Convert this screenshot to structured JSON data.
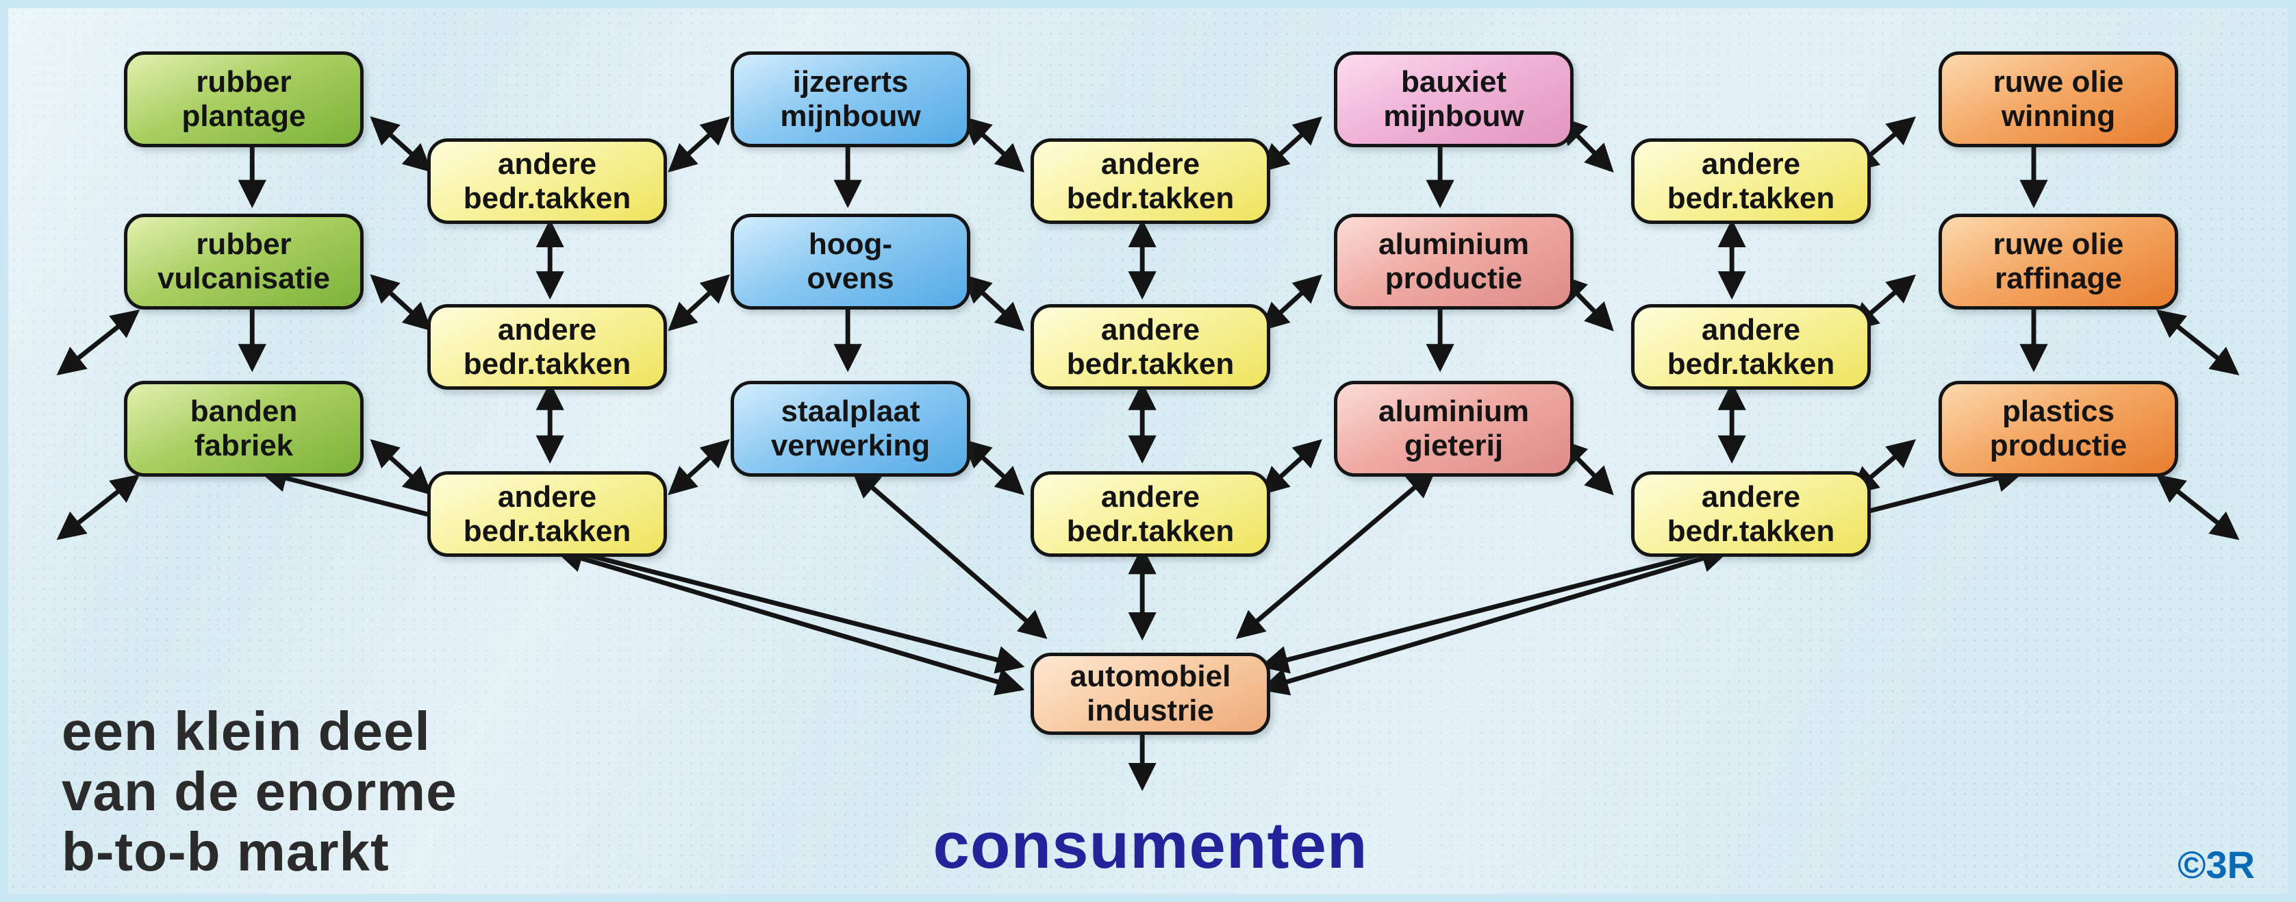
{
  "diagram": {
    "title_caption": {
      "line1": "een klein deel",
      "line2": "van de enorme",
      "line3": "b-to-b markt"
    },
    "consumenten_label": "consumenten",
    "logo_text": "©3R",
    "nodes": {
      "rubber_plantage": {
        "label": "rubber\nplantage"
      },
      "rubber_vulcanisatie": {
        "label": "rubber\nvulcanisatie"
      },
      "banden_fabriek": {
        "label": "banden\nfabriek"
      },
      "ijzererts_mijnbouw": {
        "label": "ijzererts\nmijnbouw"
      },
      "hoog_ovens": {
        "label": "hoog-\novens"
      },
      "staalplaat_verwerking": {
        "label": "staalplaat\nverwerking"
      },
      "bauxiet_mijnbouw": {
        "label": "bauxiet\nmijnbouw"
      },
      "aluminium_productie": {
        "label": "aluminium\nproductie"
      },
      "aluminium_gieterij": {
        "label": "aluminium\ngieterij"
      },
      "ruwe_olie_winning": {
        "label": "ruwe olie\nwinning"
      },
      "ruwe_olie_raffinage": {
        "label": "ruwe olie\nraffinage"
      },
      "plastics_productie": {
        "label": "plastics\nproductie"
      },
      "andere_bedrtakken": {
        "label": "andere\nbedr.takken"
      },
      "automobiel_industrie": {
        "label": "automobiel\nindustrie"
      }
    },
    "edges": {
      "production_chains": [
        [
          "rubber_plantage",
          "rubber_vulcanisatie",
          "banden_fabriek"
        ],
        [
          "ijzererts_mijnbouw",
          "hoog_ovens",
          "staalplaat_verwerking"
        ],
        [
          "bauxiet_mijnbouw",
          "aluminium_productie",
          "aluminium_gieterij"
        ],
        [
          "ruwe_olie_winning",
          "ruwe_olie_raffinage",
          "plastics_productie"
        ]
      ],
      "two_way_links": "each andere bedr.takken box links two-way to the industry boxes beside it and to the andere bedr.takken boxes above/below",
      "suppliers_of_automobiel_industrie": [
        "banden_fabriek",
        "staalplaat_verwerking",
        "aluminium_gieterij",
        "plastics_productie",
        "andere_bedrtakken"
      ],
      "automobiel_industrie_delivers_to": [
        "consumenten"
      ]
    },
    "colors": {
      "green": "#84b93e",
      "blue": "#5fb2e8",
      "pink": "#e9a0c9",
      "rose": "#e49191",
      "orange": "#ee8a3c",
      "yellow": "#f3ea72",
      "peach": "#f3b88f",
      "arrow": "#141414",
      "consumenten_text": "#24249a",
      "caption_text": "#2b2b2b",
      "logo_blue": "#0a6ab5",
      "background": "#d7ebf2"
    }
  }
}
